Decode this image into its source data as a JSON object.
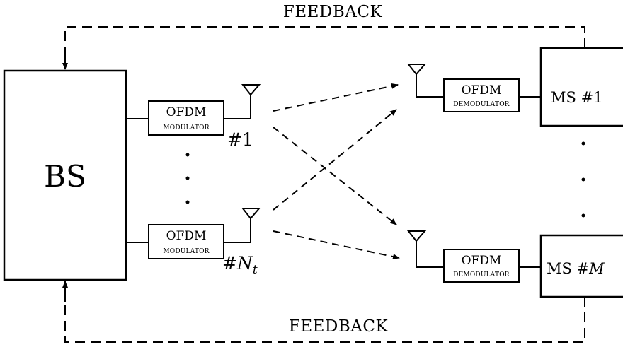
{
  "feedback_top": "FEEDBACK",
  "feedback_bottom": "FEEDBACK",
  "bs": {
    "label": "BS"
  },
  "modulators": [
    {
      "title": "OFDM",
      "sub": "MODULATOR",
      "antenna_prefix": "#",
      "antenna_num": "1",
      "antenna_sub": ""
    },
    {
      "title": "OFDM",
      "sub": "MODULATOR",
      "antenna_prefix": "#",
      "antenna_num": "N",
      "antenna_sub": "t"
    }
  ],
  "demodulators": [
    {
      "title": "OFDM",
      "sub": "DEMODULATOR"
    },
    {
      "title": "OFDM",
      "sub": "DEMODULATOR"
    }
  ],
  "mobile_stations": [
    {
      "prefix": "MS #",
      "index": "1"
    },
    {
      "prefix": "MS #",
      "index": "M"
    }
  ],
  "colors": {
    "stroke": "#000000",
    "background": "#ffffff"
  }
}
